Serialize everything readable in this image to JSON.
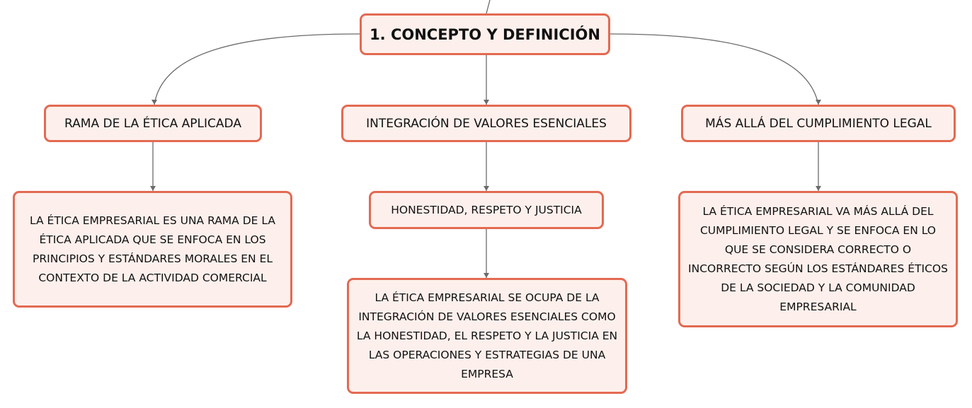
{
  "root": {
    "label": "1. CONCEPTO Y DEFINICIÓN"
  },
  "branches": [
    {
      "label": "RAMA DE LA ÉTICA APLICADA",
      "description": "LA ÉTICA EMPRESARIAL ES UNA RAMA DE LA ÉTICA APLICADA QUE SE ENFOCA EN LOS PRINCIPIOS Y ESTÁNDARES MORALES EN EL CONTEXTO DE LA ACTIVIDAD COMERCIAL"
    },
    {
      "label": "INTEGRACIÓN DE VALORES ESENCIALES",
      "sublabel": "HONESTIDAD, RESPETO Y JUSTICIA",
      "description": "LA ÉTICA EMPRESARIAL SE OCUPA DE LA INTEGRACIÓN DE VALORES ESENCIALES COMO LA HONESTIDAD, EL RESPETO Y LA JUSTICIA EN LAS OPERACIONES Y ESTRATEGIAS DE UNA EMPRESA"
    },
    {
      "label": "MÁS ALLÁ DEL CUMPLIMIENTO LEGAL",
      "description": "LA ÉTICA EMPRESARIAL VA MÁS ALLÁ DEL CUMPLIMIENTO LEGAL Y SE ENFOCA EN LO QUE SE CONSIDERA CORRECTO O INCORRECTO SEGÚN LOS ESTÁNDARES ÉTICOS DE LA SOCIEDAD Y LA COMUNIDAD EMPRESARIAL"
    }
  ],
  "colors": {
    "node_border": "#e36a52",
    "node_fill": "#fdf0ec",
    "connector": "#6b6b6b",
    "text": "#111111"
  }
}
